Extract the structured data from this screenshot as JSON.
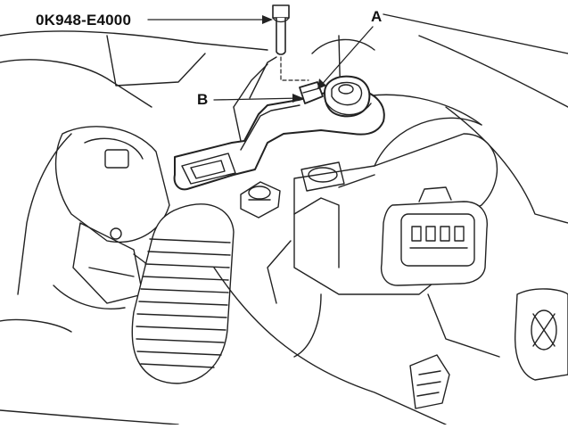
{
  "labels": {
    "part_number": "0K948-E4000",
    "callout_a": "A",
    "callout_b": "B"
  },
  "colors": {
    "line": "#222222",
    "fill": "#ffffff",
    "shade": "#dcdcdc"
  }
}
